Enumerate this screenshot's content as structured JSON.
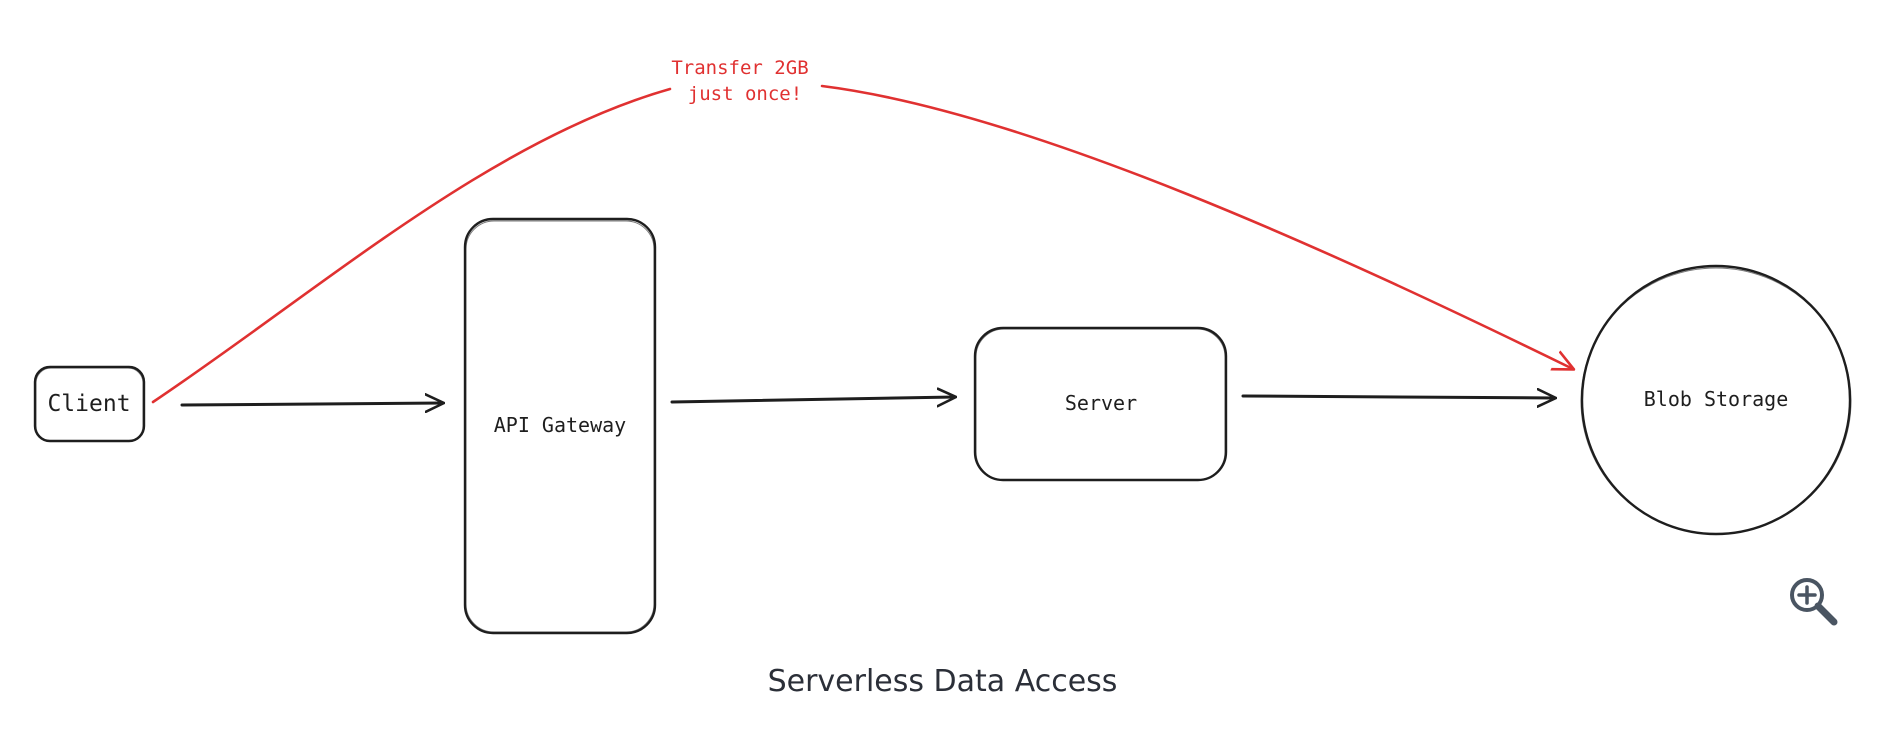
{
  "diagram": {
    "nodes": {
      "client": "Client",
      "api_gateway": "API Gateway",
      "server": "Server",
      "blob_storage": "Blob Storage"
    },
    "annotation": {
      "line1": "Transfer 2GB",
      "line2": "just once!"
    },
    "caption": "Serverless Data Access"
  },
  "colors": {
    "stroke": "#1e1e1e",
    "accent": "#e03131",
    "caption": "#2b2f38",
    "icon": "#4a5562"
  },
  "icons": {
    "zoom": "zoom-in-icon"
  }
}
